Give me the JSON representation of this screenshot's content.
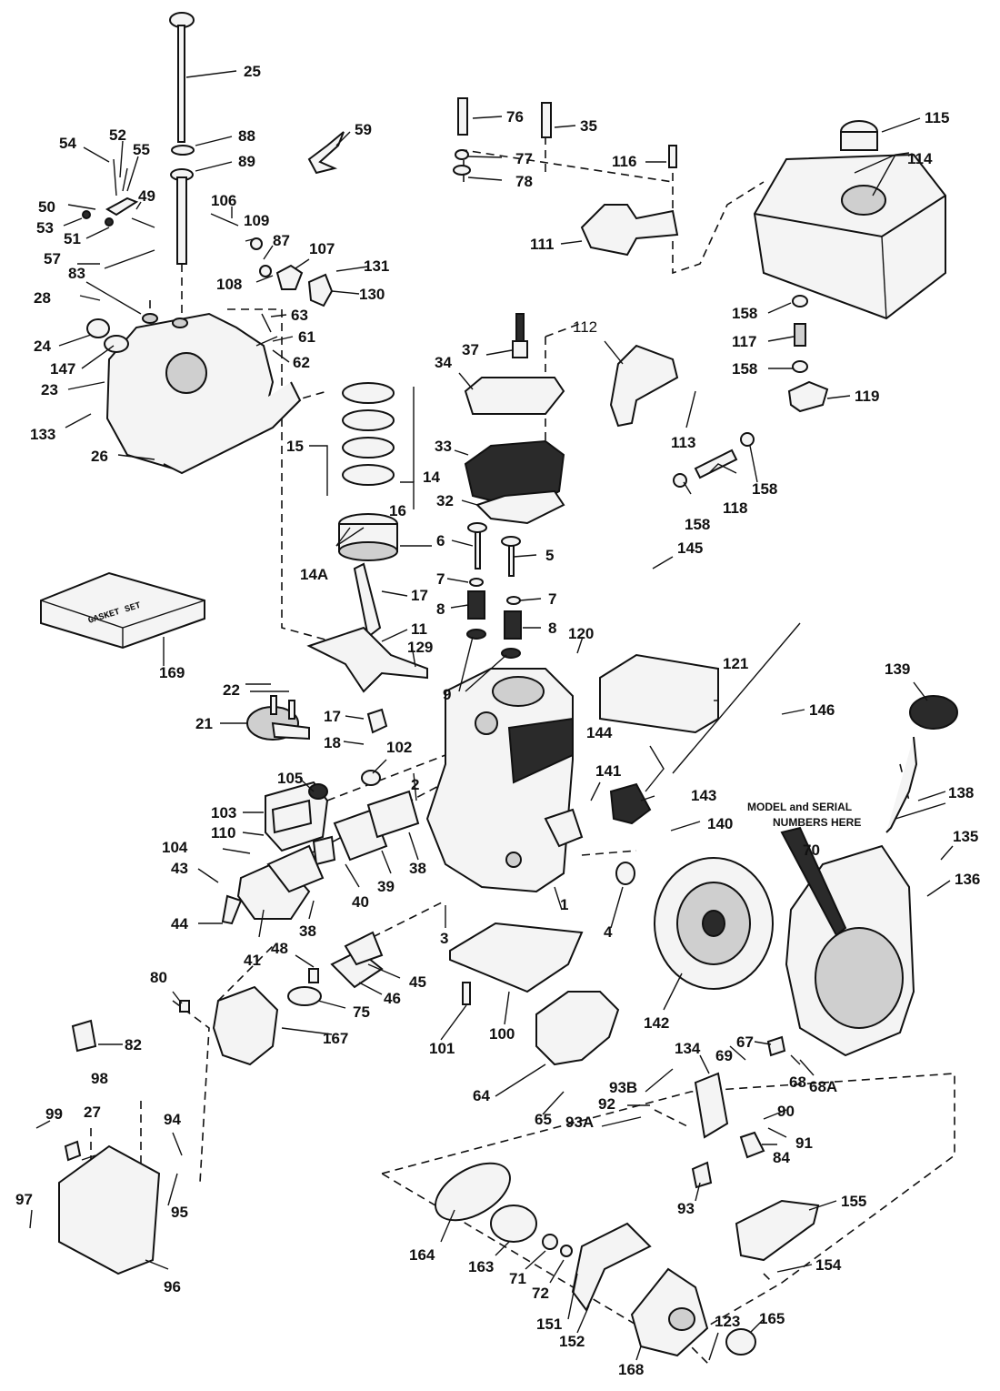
{
  "gasket_set_label": "GASKET SET",
  "model_note": {
    "line1": "MODEL and SERIAL",
    "line2": "NUMBERS HERE"
  },
  "callouts": {
    "c1": "1",
    "c2": "2",
    "c3": "3",
    "c4": "4",
    "c5": "5",
    "c6": "6",
    "c7a": "7",
    "c7b": "7",
    "c8a": "8",
    "c8b": "8",
    "c9": "9",
    "c11": "11",
    "c14": "14",
    "c14a": "14A",
    "c15": "15",
    "c16": "16",
    "c17a": "17",
    "c17b": "17",
    "c18": "18",
    "c21": "21",
    "c22": "22",
    "c23": "23",
    "c24": "24",
    "c25": "25",
    "c26": "26",
    "c27": "27",
    "c28": "28",
    "c32": "32",
    "c33": "33",
    "c34": "34",
    "c35": "35",
    "c37": "37",
    "c38a": "38",
    "c38b": "38",
    "c39": "39",
    "c40": "40",
    "c41": "41",
    "c43": "43",
    "c44": "44",
    "c45": "45",
    "c46": "46",
    "c48": "48",
    "c49": "49",
    "c50": "50",
    "c51": "51",
    "c52": "52",
    "c53": "53",
    "c54": "54",
    "c55": "55",
    "c57": "57",
    "c59": "59",
    "c61": "61",
    "c62": "62",
    "c63": "63",
    "c64": "64",
    "c65": "65",
    "c67": "67",
    "c68": "68",
    "c68a": "68A",
    "c69": "69",
    "c70": "70",
    "c71": "71",
    "c72": "72",
    "c75": "75",
    "c76": "76",
    "c77": "77",
    "c78": "78",
    "c80": "80",
    "c82": "82",
    "c83": "83",
    "c84": "84",
    "c87": "87",
    "c88": "88",
    "c89": "89",
    "c90": "90",
    "c91": "91",
    "c92": "92",
    "c93": "93",
    "c93a": "93A",
    "c93b": "93B",
    "c94": "94",
    "c95": "95",
    "c96": "96",
    "c97": "97",
    "c98": "98",
    "c99": "99",
    "c100": "100",
    "c101": "101",
    "c102": "102",
    "c103": "103",
    "c104": "104",
    "c105": "105",
    "c106": "106",
    "c107": "107",
    "c108": "108",
    "c109": "109",
    "c110": "110",
    "c111": "111",
    "c112": "112",
    "c113": "113",
    "c114": "114",
    "c115": "115",
    "c116": "116",
    "c117": "117",
    "c118": "118",
    "c119": "119",
    "c120": "120",
    "c121": "121",
    "c123": "123",
    "c129": "129",
    "c130": "130",
    "c131": "131",
    "c133": "133",
    "c134": "134",
    "c135": "135",
    "c136": "136",
    "c138": "138",
    "c139": "139",
    "c140": "140",
    "c141": "141",
    "c142": "142",
    "c143": "143",
    "c144": "144",
    "c145": "145",
    "c146": "146",
    "c147": "147",
    "c151": "151",
    "c152": "152",
    "c154": "154",
    "c155": "155",
    "c158a": "158",
    "c158b": "158",
    "c158c": "158",
    "c158d": "158",
    "c163": "163",
    "c164": "164",
    "c165": "165",
    "c167": "167",
    "c168": "168",
    "c169": "169"
  }
}
